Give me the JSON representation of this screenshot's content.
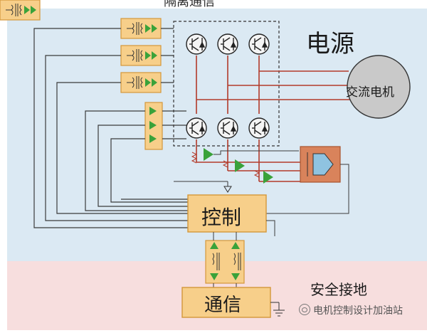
{
  "diagram": {
    "top_caption": "隔离通信",
    "power_zone_label": "电源",
    "motor_label": "交流电机",
    "control_label": "控制",
    "safety_ground_label": "安全接地",
    "comm_label": "通信",
    "watermark": "电机控制设计加油站",
    "colors": {
      "power_zone_bg": "#dbe9f3",
      "safety_zone_bg": "#f7dede",
      "block_fill": "#f7cf8a",
      "block_border": "#d4973a",
      "wire_dark": "#3b3b3b",
      "wire_red": "#b33a2a",
      "gate_driver_green": "#3aa23a",
      "motor_fill": "#c9c9c9",
      "sensor_fill": "#d9835b",
      "sensor_inner": "#8fc3e0"
    },
    "icons": [
      "transformer-icon",
      "igbt-icon",
      "amplifier-icon",
      "current-sensor-icon",
      "ground-icon"
    ]
  }
}
